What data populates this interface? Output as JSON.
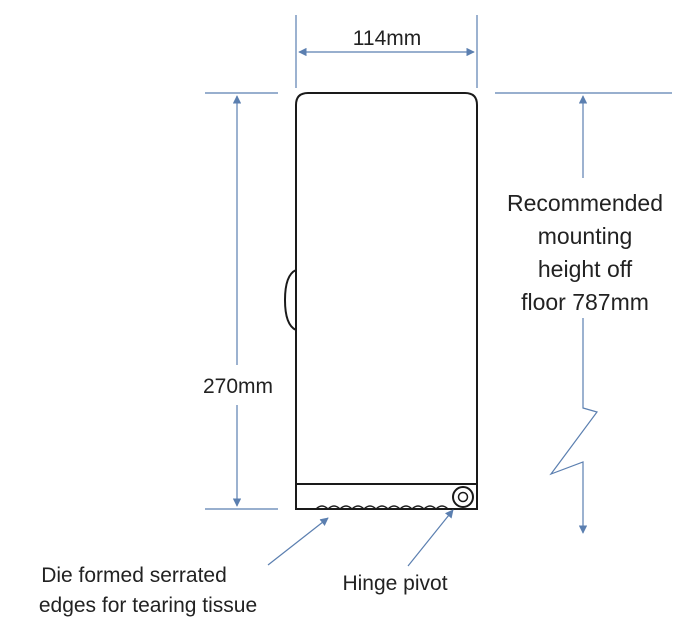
{
  "labels": {
    "width": "114mm",
    "height": "270mm",
    "mounting": [
      "Recommended",
      "mounting",
      "height off",
      "floor 787mm"
    ],
    "serrated": [
      "Die formed serrated",
      "edges for tearing tissue"
    ],
    "hinge": "Hinge pivot"
  },
  "colors": {
    "outline": "#1a1a1a",
    "dimension": "#5b7fb0",
    "text": "#222222",
    "background": "#ffffff"
  }
}
